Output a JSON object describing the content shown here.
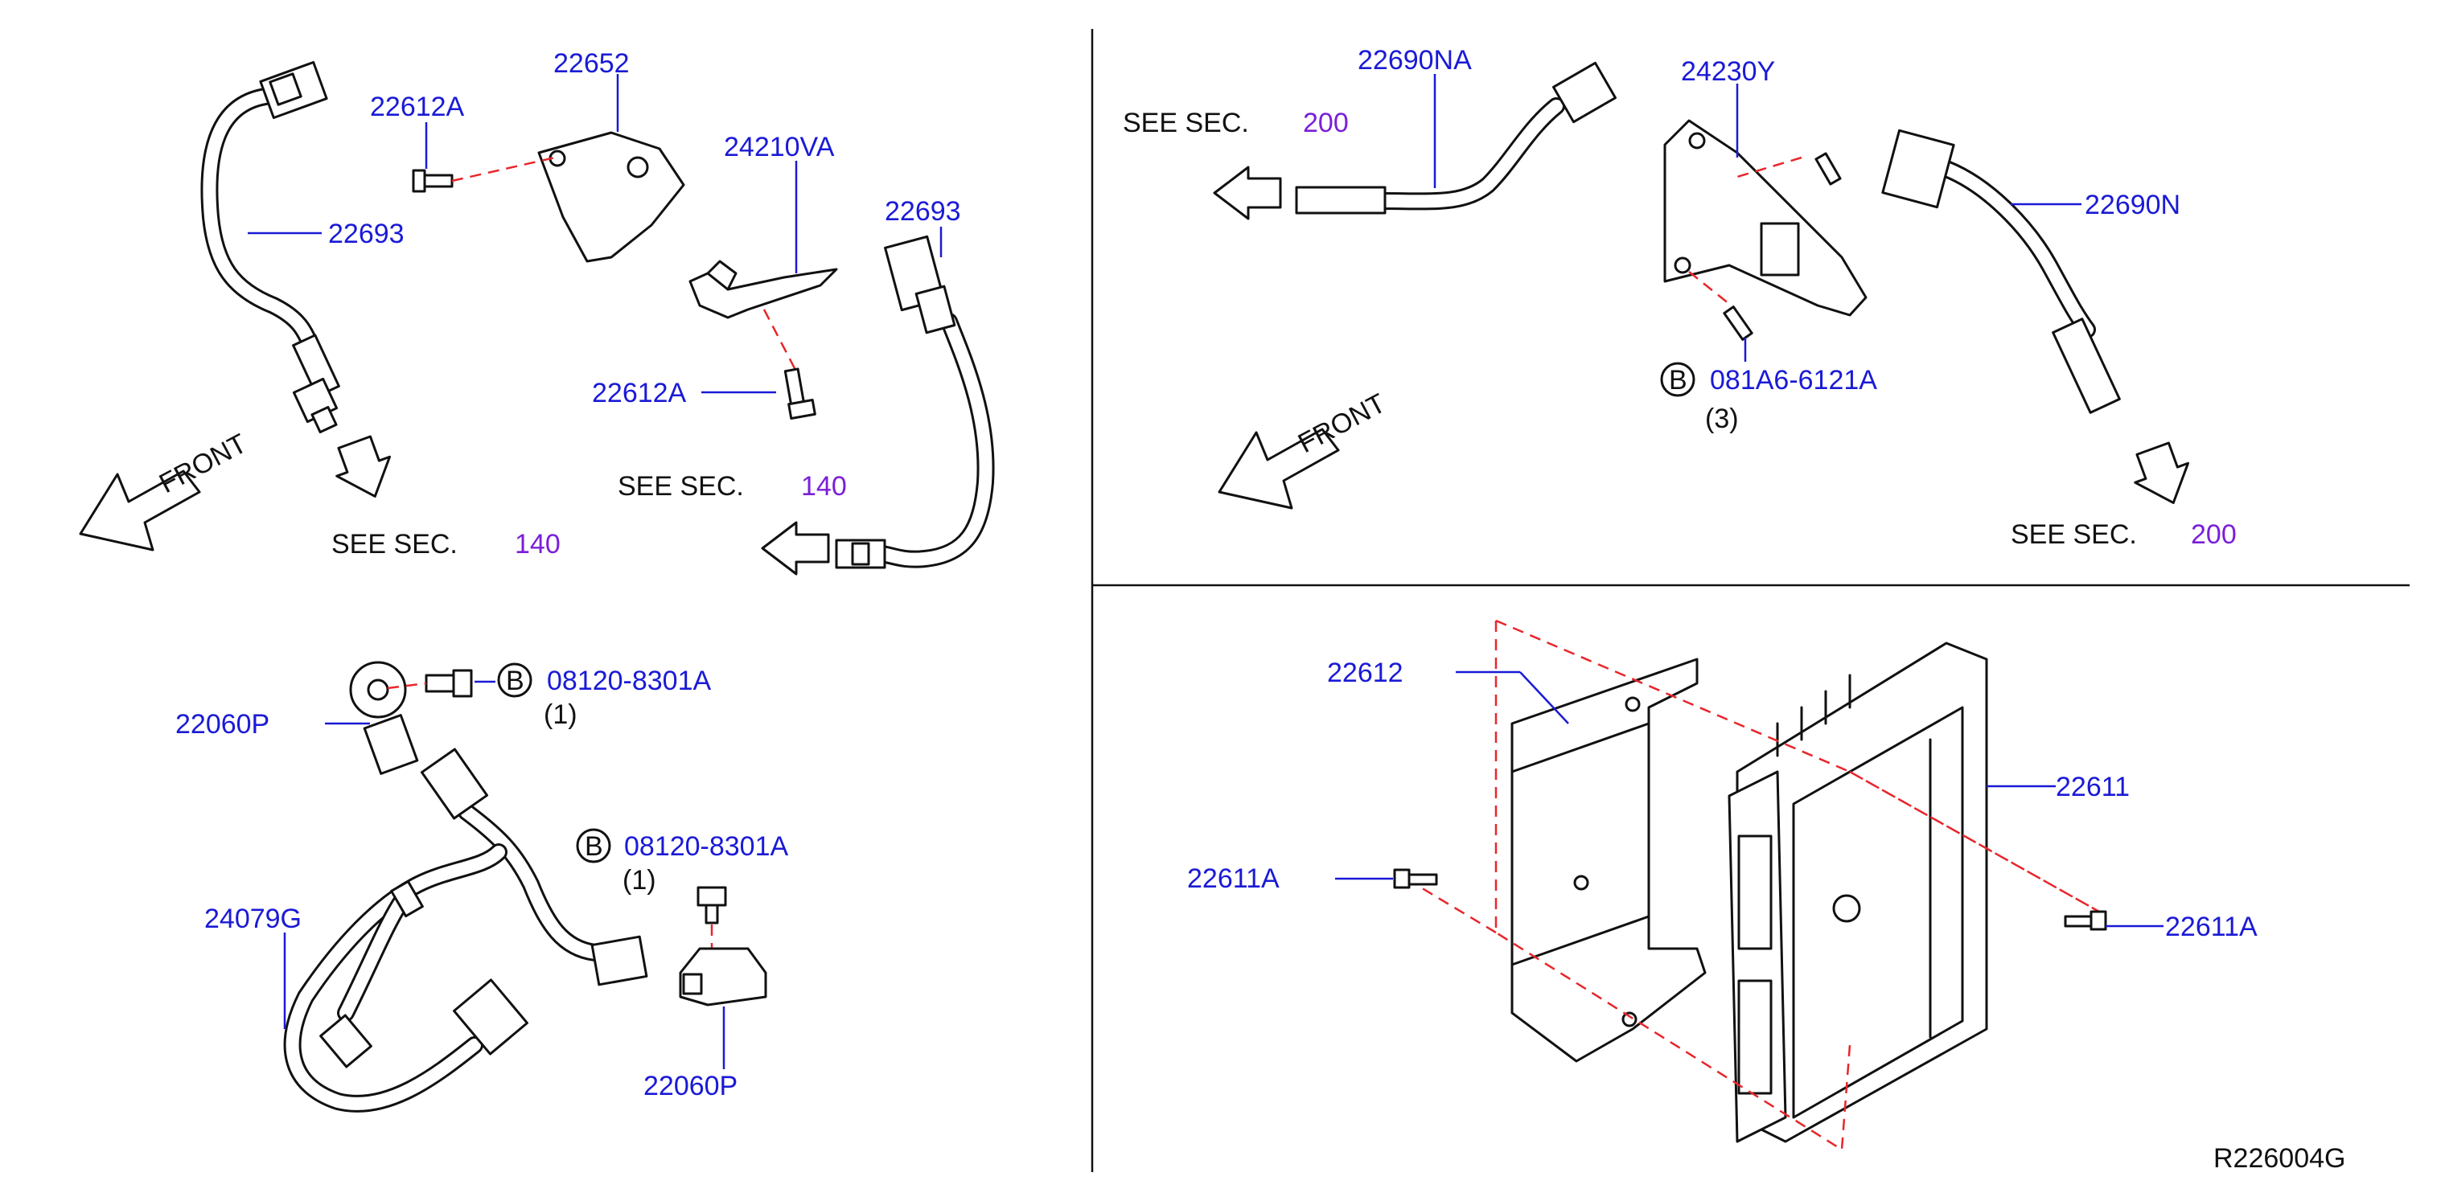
{
  "colors": {
    "part_number": "#1a1ad6",
    "section_number": "#7a1fd8",
    "leader_dash": "#e8262b",
    "line": "#111111"
  },
  "top_left": {
    "labels": {
      "p22652": "22652",
      "p22612A_top": "22612A",
      "p24210VA": "24210VA",
      "p22693_left": "22693",
      "p22693_right": "22693",
      "p22612A_mid": "22612A"
    },
    "see_sec_1": {
      "text": "SEE   SEC.",
      "num": "140"
    },
    "see_sec_2": {
      "text": "SEE   SEC.",
      "num": "140"
    },
    "front": "FRONT"
  },
  "top_right": {
    "labels": {
      "p22690NA": "22690NA",
      "p24230Y": "24230Y",
      "p22690N": "22690N",
      "p081A6": "081A6-6121A"
    },
    "bolt_symbol": "B",
    "bolt_qty": "(3)",
    "see_sec_1": {
      "text": "SEE   SEC.",
      "num": "200"
    },
    "see_sec_2": {
      "text": "SEE   SEC.",
      "num": "200"
    },
    "front": "FRONT"
  },
  "bottom_left": {
    "labels": {
      "p08120_top": "08120-8301A",
      "p22060P_left": "22060P",
      "p08120_mid": "08120-8301A",
      "p24079G": "24079G",
      "p22060P_bottom": "22060P"
    },
    "bolt_symbol": "B",
    "qty_1": "(1)",
    "qty_2": "(1)"
  },
  "bottom_right": {
    "labels": {
      "p22612": "22612",
      "p22611": "22611",
      "p22611A_left": "22611A",
      "p22611A_right": "22611A"
    }
  },
  "diagram_code": "R226004G"
}
